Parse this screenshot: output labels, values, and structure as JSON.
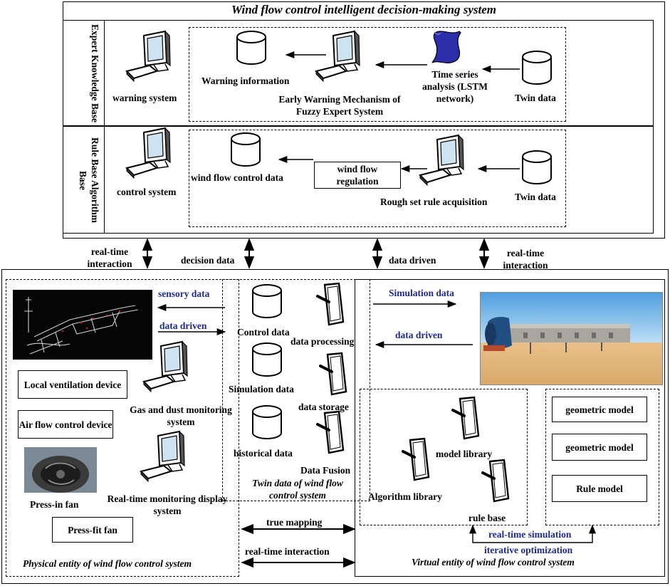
{
  "title": "Wind flow control intelligent decision-making system",
  "expert_base_label": "Expert Knowledge Base",
  "rule_base_label": "Rule Base Algorithm Base",
  "expert_row": {
    "warning_system": "warning system",
    "warning_information": "Warning information",
    "early_warning": "Early Warning Mechanism of Fuzzy Expert System",
    "time_series": "Time series analysis (LSTM network)",
    "twin_data": "Twin data"
  },
  "rule_row": {
    "control_system": "control system",
    "wind_flow_control_data": "wind flow control data",
    "wind_flow_regulation": "wind flow regulation",
    "rough_set": "Rough set rule acquisition",
    "twin_data": "Twin data"
  },
  "links": {
    "rt_interaction_left": "real-time interaction",
    "decision_data": "decision data",
    "data_driven": "data driven",
    "rt_interaction_right": "real-time interaction"
  },
  "physical": {
    "sensory_data": "sensory data",
    "data_driven": "data driven",
    "local_ventilation": "Local ventilation device",
    "air_flow_control": "Air flow control device",
    "gas_dust": "Gas and dust monitoring system",
    "press_in_fan": "Press-in fan",
    "rt_monitoring": "Real-time monitoring display system",
    "press_fit_fan": "Press-fit fan",
    "caption": "Physical entity of wind flow control system"
  },
  "twin": {
    "control_data": "Control data",
    "data_processing": "data processing",
    "simulation_data": "Simulation data",
    "data_storage": "data storage",
    "historical_data": "historical data",
    "data_fusion": "Data Fusion",
    "caption": "Twin data of wind flow control system"
  },
  "virtual": {
    "simulation_data": "Simulation data",
    "data_driven": "data driven",
    "model_library": "model library",
    "algorithm_library": "Algorithm library",
    "rule_base": "rule base",
    "geometric_model_1": "geometric model",
    "geometric_model_2": "geometric model",
    "rule_model": "Rule model",
    "rt_simulation": "real-time simulation",
    "iterative_optimization": "iterative optimization",
    "caption": "Virtual entity of wind flow control system"
  },
  "bottom_links": {
    "true_mapping": "true mapping",
    "rt_interaction": "real-time interaction"
  },
  "accent_color": "#1f2a8c",
  "icons": [
    "computer-monitor-icon",
    "database-cylinder-icon",
    "scroll-icon",
    "tablet-icon"
  ]
}
